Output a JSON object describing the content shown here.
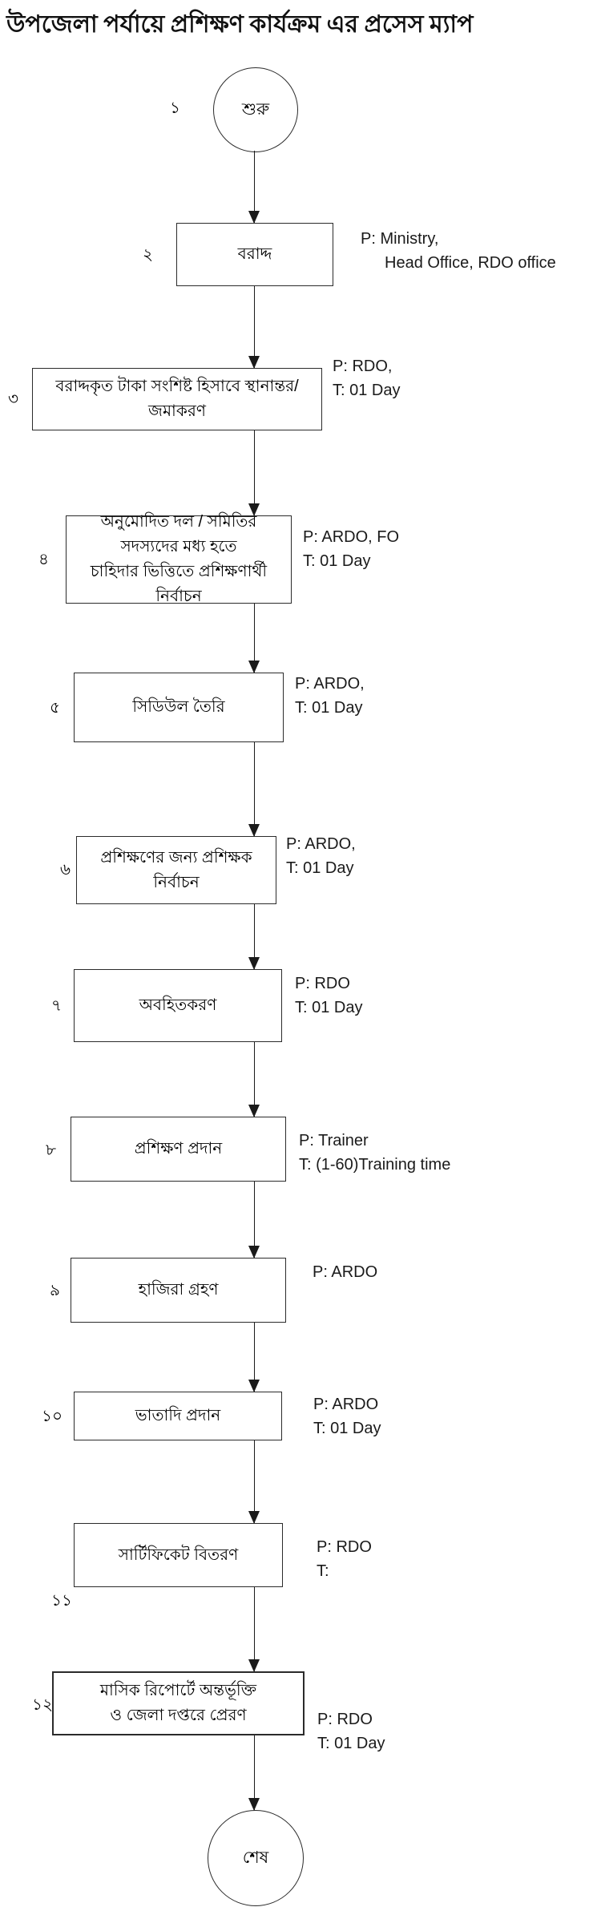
{
  "title": "উপজেলা পর্যায়ে প্রশিক্ষণ কার্যক্রম এর প্রসেস ম্যাপ",
  "flowchart": {
    "start": {
      "number": "১",
      "label": "শুরু"
    },
    "end": {
      "label": "শেষ"
    },
    "steps": [
      {
        "number": "২",
        "label": "বরাদ্দ",
        "side1": "P:  Ministry,",
        "side2": "Head Office, RDO office"
      },
      {
        "number": "৩",
        "label": "বরাদ্দকৃত টাকা সংশিষ্ট হিসাবে স্থানান্তর/জমাকরণ",
        "side1": "P:  RDO,",
        "side2": "T:  01 Day"
      },
      {
        "number": "৪",
        "label": "অনুমোদিত দল / সমিতির সদস্যদের মধ্য হতে\nচাহিদার ভিত্তিতে প্রশিক্ষণার্থী নির্বাচন",
        "side1": "P:  ARDO, FO",
        "side2": "T:  01 Day"
      },
      {
        "number": "৫",
        "label": "সিডিউল তৈরি",
        "side1": "P:  ARDO,",
        "side2": "T:  01 Day"
      },
      {
        "number": "৬",
        "label": "প্রশিক্ষণের জন্য প্রশিক্ষক নির্বাচন",
        "side1": "P:  ARDO,",
        "side2": "T:  01 Day"
      },
      {
        "number": "৭",
        "label": "অবহিতকরণ",
        "side1": "P: RDO",
        "side2": "T:  01 Day"
      },
      {
        "number": "৮",
        "label": "প্রশিক্ষণ প্রদান",
        "side1": "P: Trainer",
        "side2": "T:  (1-60)Training time"
      },
      {
        "number": "৯",
        "label": "হাজিরা গ্রহণ",
        "side1": "P: ARDO",
        "side2": ""
      },
      {
        "number": "১০",
        "label": "ভাতাদি প্রদান",
        "side1": "P: ARDO",
        "side2": "T:  01 Day"
      },
      {
        "number": "১১",
        "label": "সার্টিফিকেট বিতরণ",
        "side1": "P: RDO",
        "side2": "T:"
      },
      {
        "number": "১২",
        "label": "মাসিক রিপোর্টে অন্তর্ভূক্তি\nও জেলা দপ্তরে প্রেরণ",
        "side1": "P: RDO",
        "side2": "T:  01 Day"
      }
    ]
  }
}
